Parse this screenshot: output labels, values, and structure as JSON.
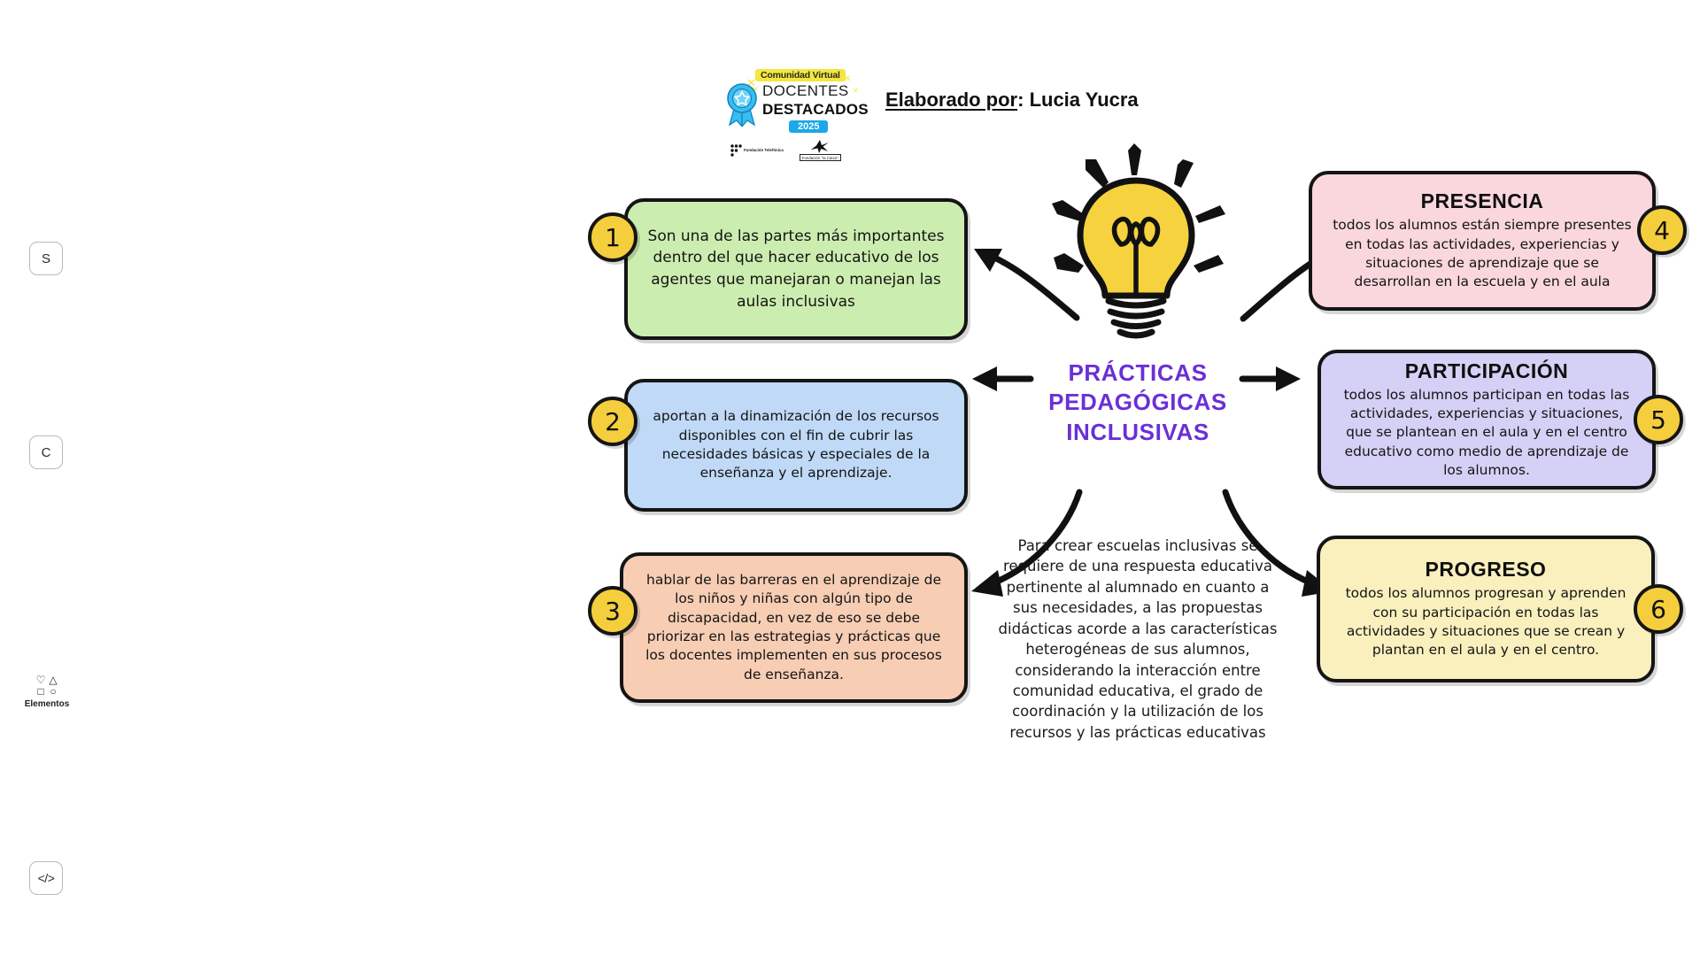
{
  "sidebar": {
    "buttons": [
      {
        "name": "s-button",
        "label": "S"
      },
      {
        "name": "c-button",
        "label": "C"
      },
      {
        "name": "code-button",
        "label": "</>"
      }
    ],
    "tool": {
      "label": "Elementos",
      "glyphs": [
        "♡",
        "△",
        "□",
        "○"
      ]
    }
  },
  "header": {
    "logo": {
      "banner": "Comunidad Virtual",
      "line1": "DOCENTES",
      "line2": "DESTACADOS",
      "year": "2025",
      "partner1": "Fundación Telefónica",
      "partner2": "Fundación \"la Caixa\""
    },
    "author_prefix": "Elaborado por",
    "author_suffix": ": Lucia Yucra"
  },
  "center": {
    "title_lines": [
      "PRÁCTICAS",
      "PEDAGÓGICAS",
      "INCLUSIVAS"
    ],
    "title_color": "#6B2FD6",
    "paragraph": "Para crear escuelas inclusivas se requiere de una respuesta educativa pertinente al alumnado en cuanto a sus necesidades, a las propuestas didácticas acorde a las características heterogéneas de sus alumnos, considerando la interacción entre comunidad educativa, el grado de coordinación y la utilización de los recursos y las prácticas educativas",
    "bulb_color": "#F7D23F"
  },
  "cards": [
    {
      "number": "1",
      "title": "",
      "body": "Son una de las partes más importantes dentro del que hacer educativo de los agentes que manejaran o manejan las aulas inclusivas",
      "color": "#CCEDB0"
    },
    {
      "number": "2",
      "title": "",
      "body": "aportan a la dinamización de los recursos disponibles con el fin de cubrir las necesidades básicas y especiales de la enseñanza y el aprendizaje.",
      "color": "#BFD9F7"
    },
    {
      "number": "3",
      "title": "",
      "body": "hablar de las barreras en el aprendizaje de los niños y niñas con algún tipo de discapacidad, en vez de eso se debe priorizar en las estrategias y prácticas que los docentes implementen en sus procesos de enseñanza.",
      "color": "#F7CDB4"
    },
    {
      "number": "4",
      "title": "PRESENCIA",
      "body": "todos los alumnos están siempre presentes en todas las actividades, experiencias y situaciones de aprendizaje que se desarrollan en la escuela y en el aula",
      "color": "#F9D7DD"
    },
    {
      "number": "5",
      "title": "PARTICIPACIÓN",
      "body": "todos los alumnos participan en todas las actividades, experiencias y situaciones, que se plantean en el aula y en el centro educativo como medio de aprendizaje de los alumnos.",
      "color": "#D5D0F5"
    },
    {
      "number": "6",
      "title": "PROGRESO",
      "body": "todos los alumnos progresan y aprenden con su participación en todas las actividades y situaciones que se crean y plantan en el aula y en el centro.",
      "color": "#FAF0BE"
    }
  ]
}
